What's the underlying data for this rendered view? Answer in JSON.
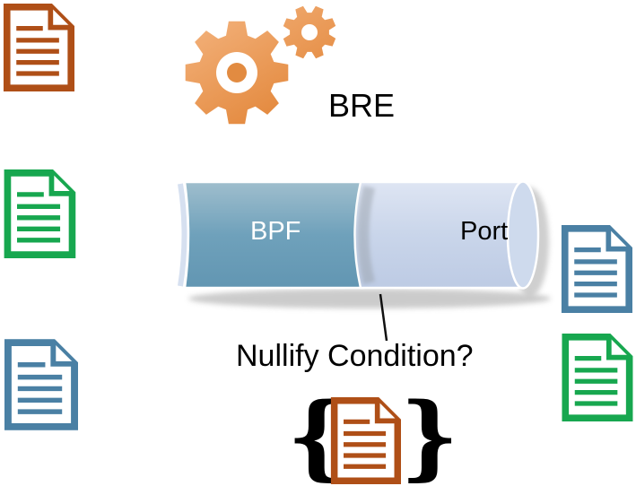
{
  "diagram": {
    "labels": {
      "bre": "BRE",
      "bpf": "BPF",
      "port": "Port",
      "nullify": "Nullify Condition?",
      "brace_left": "{",
      "brace_right": "}"
    },
    "colors": {
      "gear_orange_light": "#F3B27C",
      "gear_orange_dark": "#E3883C",
      "gear_hub_dot": "#E28B41",
      "cylinder_teal_top": "#9FBECD",
      "cylinder_teal_mid": "#6FA1BB",
      "cylinder_teal_bottom": "#6296B2",
      "cylinder_blue_top": "#DEE5F3",
      "cylinder_blue_mid": "#C9D5EA",
      "cylinder_blue_bottom": "#BDCBE4",
      "cylinder_cap_fill": "#CEDAED",
      "cylinder_edge": "#FFFFFF",
      "shadow_gray": "#BFBFBF",
      "document_orange": "#AF4F17",
      "document_green": "#17A74F",
      "document_blue": "#4A80A4",
      "text_black": "#000000",
      "text_white": "#FFFFFF"
    },
    "documents": [
      {
        "name": "document-orange-top-left",
        "color": "#AF4F17"
      },
      {
        "name": "document-green-left",
        "color": "#17A74F"
      },
      {
        "name": "document-blue-left",
        "color": "#4A80A4"
      },
      {
        "name": "document-blue-right",
        "color": "#4A80A4"
      },
      {
        "name": "document-green-right",
        "color": "#17A74F"
      },
      {
        "name": "document-orange-center",
        "color": "#AF4F17"
      }
    ]
  }
}
